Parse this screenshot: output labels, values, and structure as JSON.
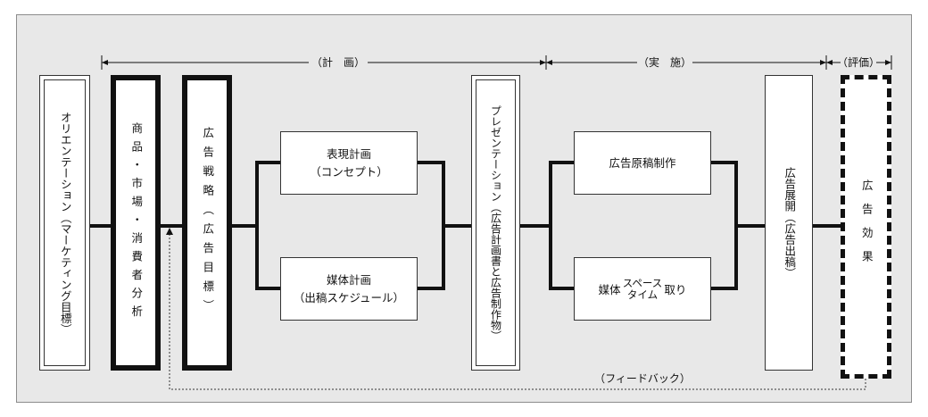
{
  "phases": {
    "plan": "（計　画）",
    "execute": "（実　施）",
    "evaluate": "（評価）"
  },
  "boxes": {
    "orientation": "オリエンテーション（マーケティング目標）",
    "analysis": "商品・市場・消費者分析",
    "strategy": "広告戦略（広告目標）",
    "expression_plan": {
      "line1": "表現計画",
      "line2": "（コンセプト）"
    },
    "media_plan": {
      "line1": "媒体計画",
      "line2": "（出稿スケジュール）"
    },
    "presentation": "プレゼンテーション（広告計画書と広告制作物）",
    "production": "広告原稿制作",
    "space_time": {
      "prefix": "媒体",
      "top": "スペース",
      "bottom": "タイム",
      "suffix": "取り"
    },
    "deployment": "広告展開（広告出稿）",
    "effect": "広告効果"
  },
  "feedback_label": "（フィードバック）"
}
